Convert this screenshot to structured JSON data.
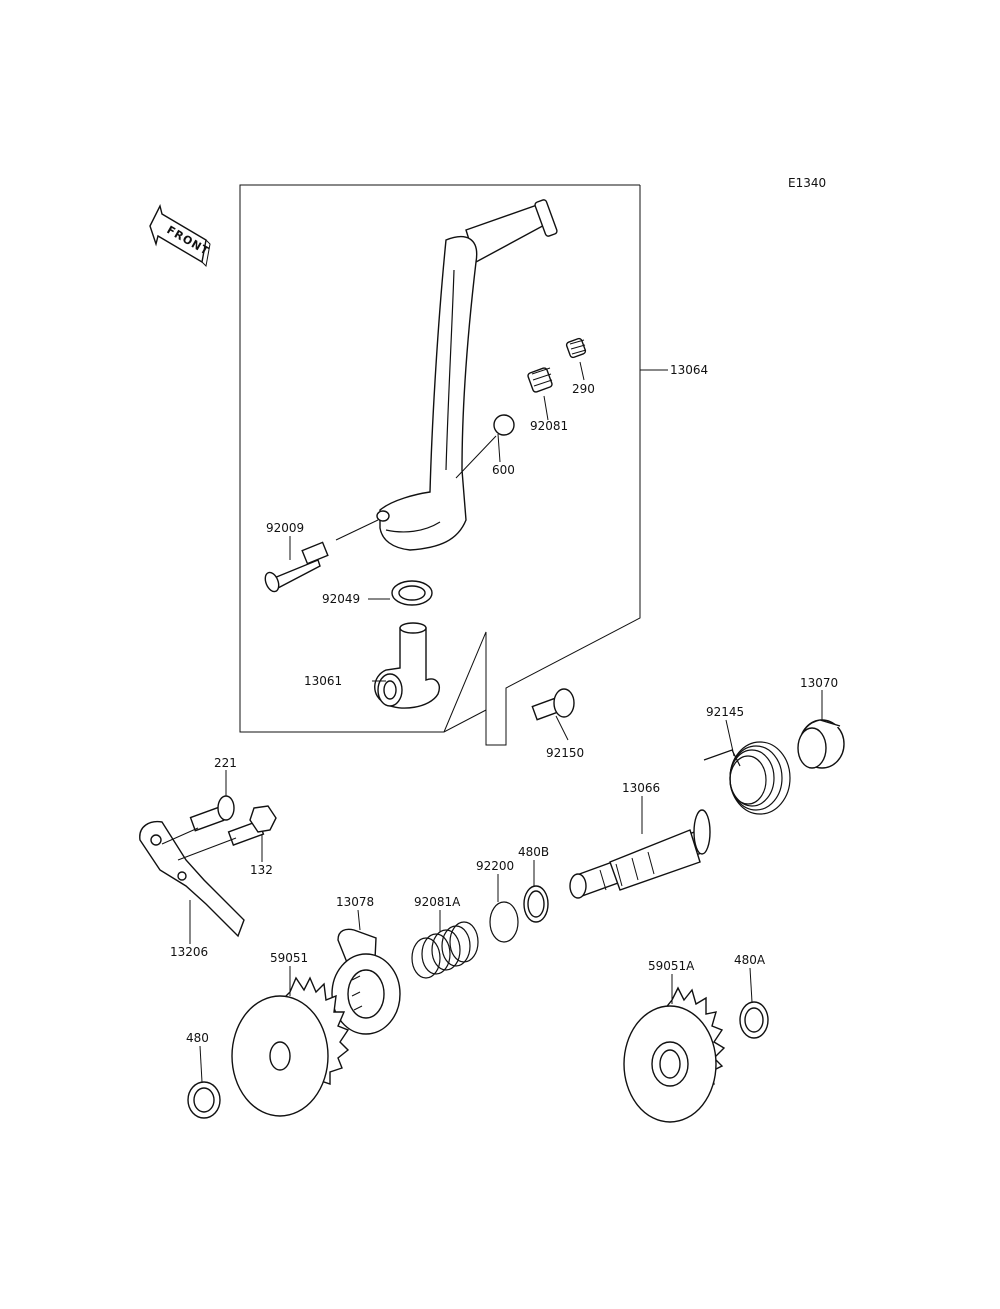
{
  "diagram_code": "E1340",
  "front_label": "FRONT",
  "labels": {
    "p13064": "13064",
    "p290": "290",
    "p92081": "92081",
    "p600": "600",
    "p92009": "92009",
    "p92049": "92049",
    "p13061": "13061",
    "p92150": "92150",
    "p13070": "13070",
    "p92145": "92145",
    "p221": "221",
    "p132": "132",
    "p13206": "13206",
    "p13066": "13066",
    "p480B": "480B",
    "p92200": "92200",
    "p92081A": "92081A",
    "p13078": "13078",
    "p59051": "59051",
    "p480": "480",
    "p59051A": "59051A",
    "p480A": "480A"
  }
}
